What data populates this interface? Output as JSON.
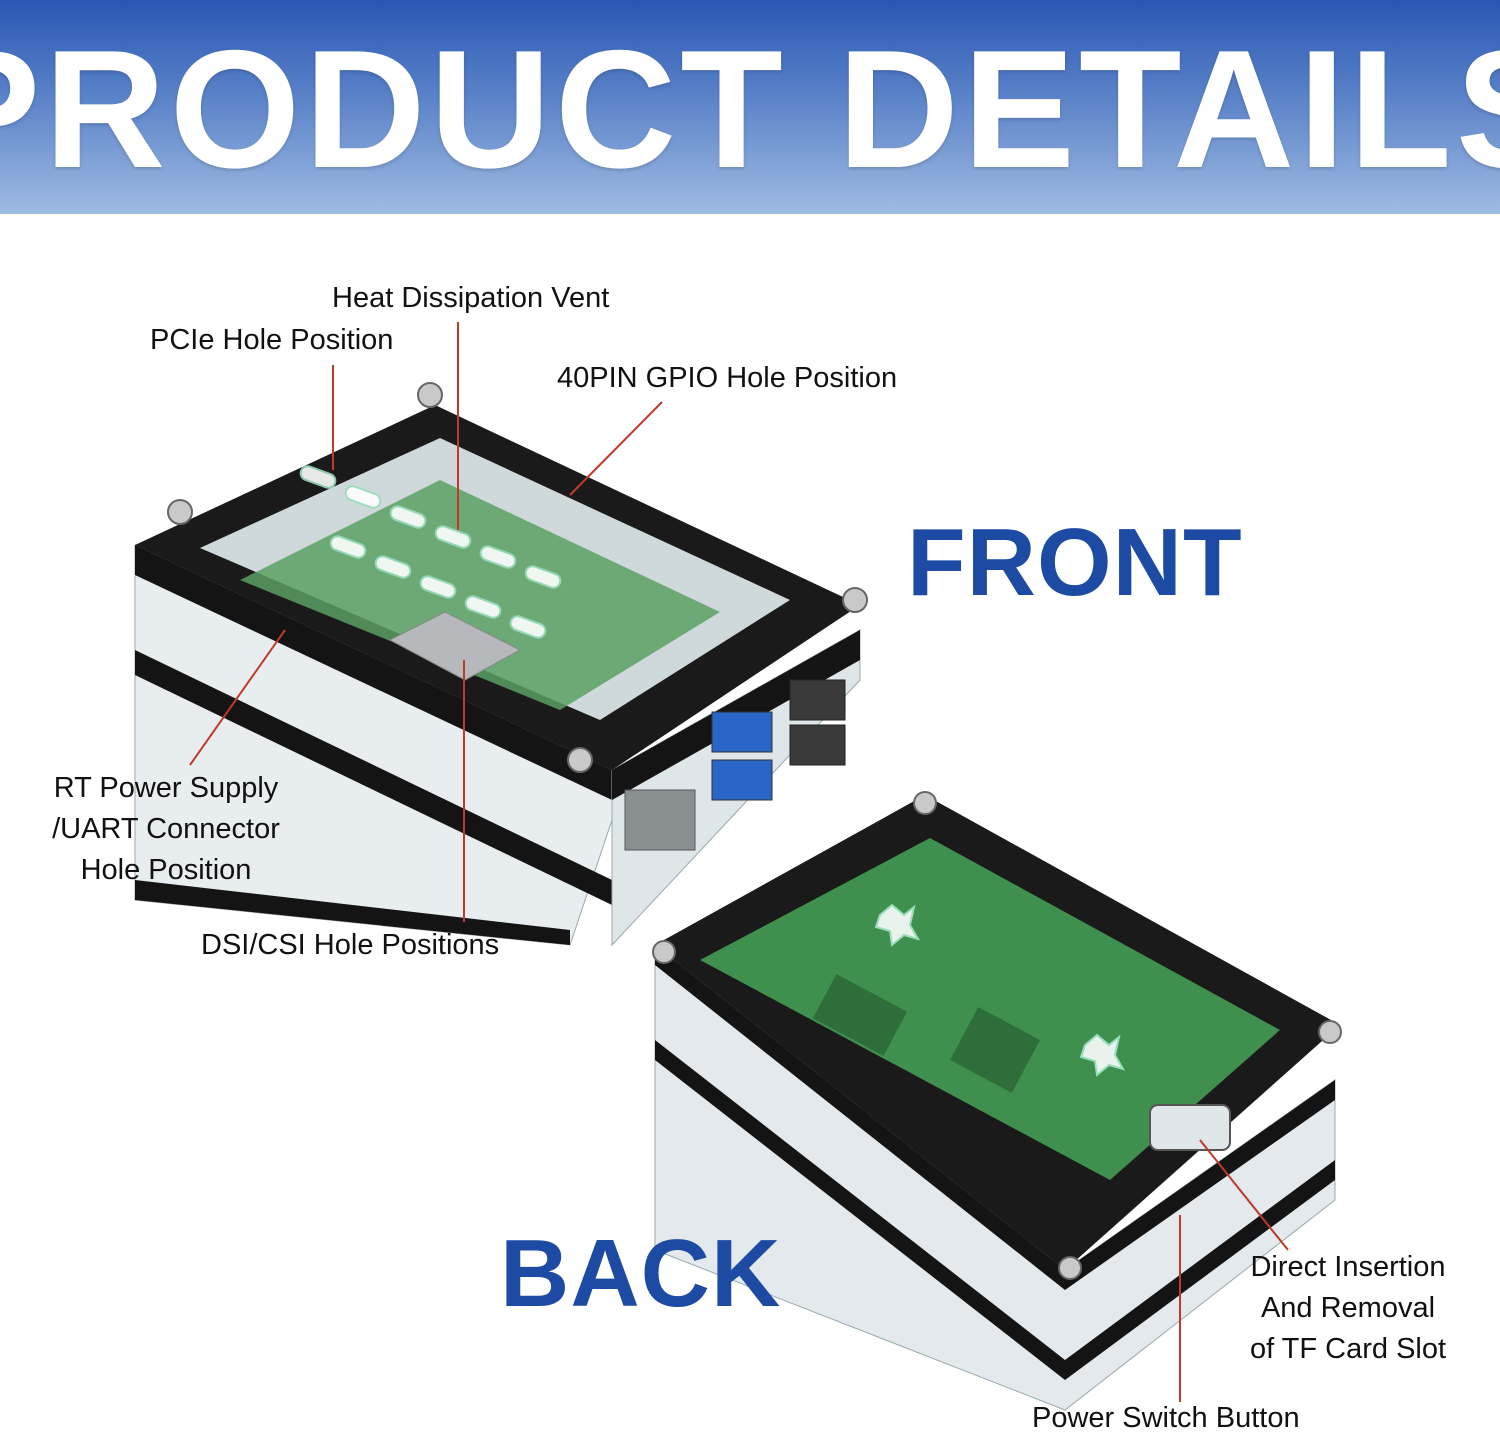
{
  "header": {
    "title": "PRODUCT DETAILS"
  },
  "views": {
    "front": "FRONT",
    "back": "BACK"
  },
  "callouts": {
    "heat_vent": "Heat Dissipation Vent",
    "pcie": "PCIe Hole Position",
    "gpio": "40PIN GPIO Hole Position",
    "rt_power_1": "RT Power Supply",
    "rt_power_2": "/UART Connector",
    "rt_power_3": "Hole Position",
    "dsi_csi": "DSI/CSI Hole Positions",
    "tf_1": "Direct Insertion",
    "tf_2": "And Removal",
    "tf_3": "of TF Card Slot",
    "power_switch": "Power Switch Button"
  },
  "colors": {
    "accent_blue": "#1d4aa3",
    "callout_line": "#c0392b",
    "pcb_green": "#3f8f4e",
    "case_black": "#141414"
  }
}
